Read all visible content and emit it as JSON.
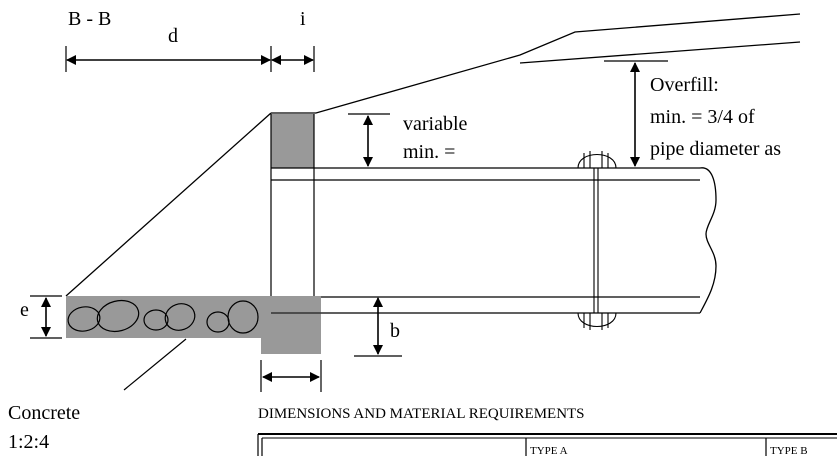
{
  "labels": {
    "section": "B - B",
    "d": "d",
    "i": "i",
    "e": "e",
    "b": "b",
    "variable_line1": "variable",
    "variable_line2": "min. =",
    "overfill_line1": "Overfill:",
    "overfill_line2": "min. = 3/4 of",
    "overfill_line3": "pipe diameter as",
    "concrete_line1": "Concrete",
    "concrete_line2": "1:2:4"
  },
  "table": {
    "title": "DIMENSIONS AND MATERIAL REQUIREMENTS",
    "col_type_a": "TYPE A",
    "col_type_b": "TYPE B"
  },
  "colors": {
    "concrete_fill": "#999999",
    "line": "#000000"
  }
}
